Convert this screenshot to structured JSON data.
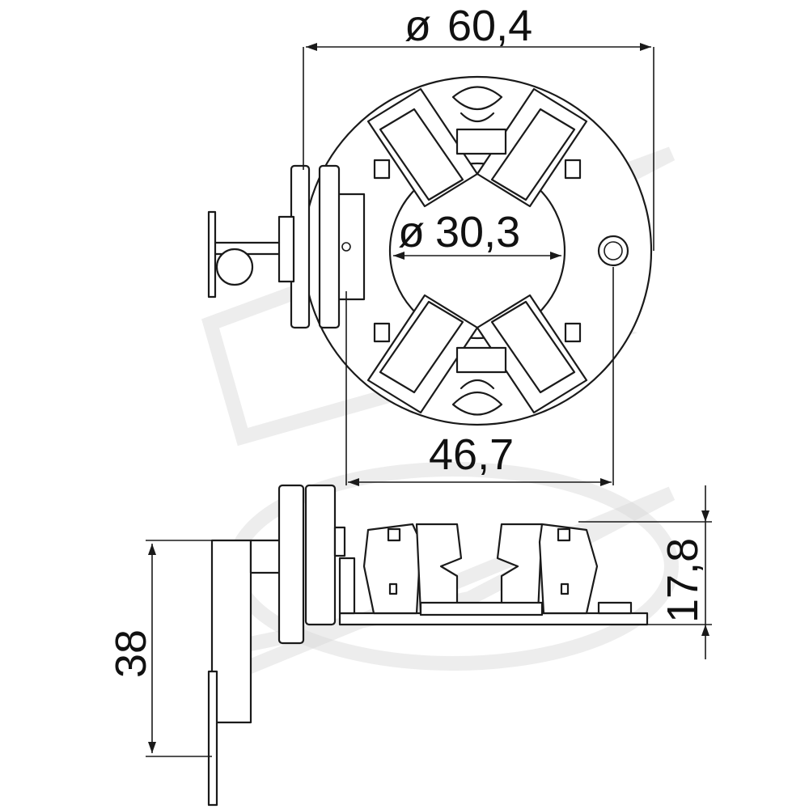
{
  "drawing": {
    "colors": {
      "line": "#1a1a1a",
      "watermark": "#d6d6d6",
      "background": "#ffffff"
    },
    "dimensions": {
      "outer_diameter": "60,4",
      "inner_diameter": "30,3",
      "mount_width": "46,7",
      "height": "17,8",
      "bracket_height": "38"
    },
    "diameter_symbol": "ø"
  }
}
